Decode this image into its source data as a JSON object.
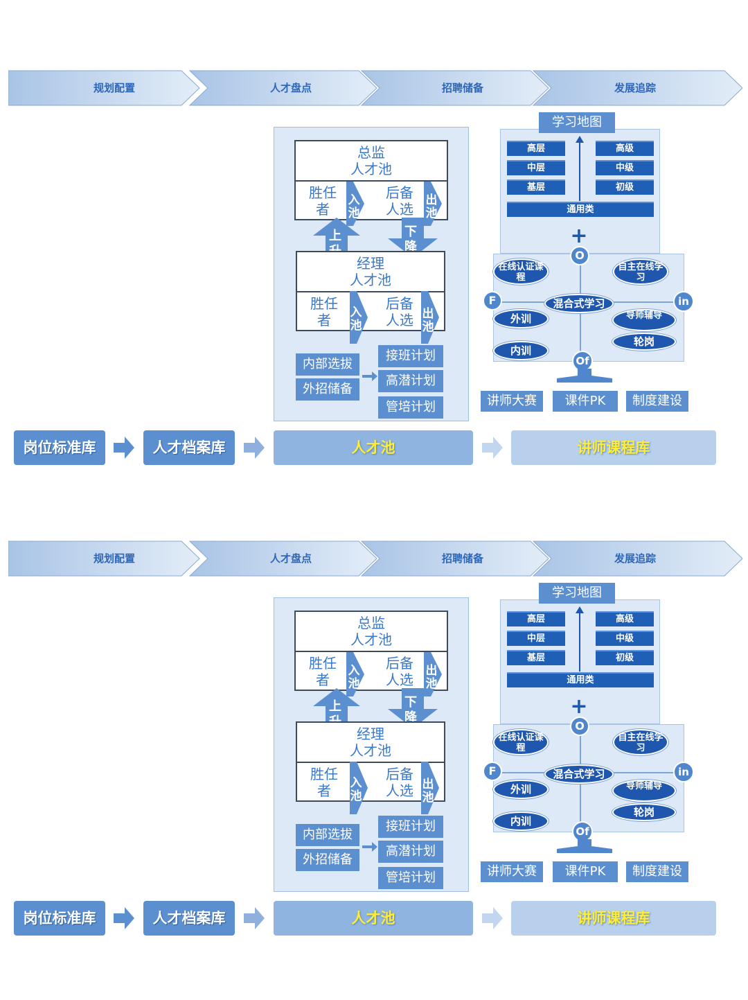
{
  "phases": [
    "规划配置",
    "人才盘点",
    "招聘储备",
    "发展追踪"
  ],
  "pool": {
    "director": {
      "title1": "总监",
      "title2": "人才池",
      "competent1": "胜任",
      "competent2": "者",
      "backup1": "后备",
      "backup2": "人选",
      "enter": "入池",
      "exit": "出池"
    },
    "manager": {
      "title1": "经理",
      "title2": "人才池",
      "competent1": "胜任",
      "competent2": "者",
      "backup1": "后备",
      "backup2": "人选",
      "enter": "入池",
      "exit": "出池"
    },
    "promote": "上升",
    "demote": "下降",
    "sources": [
      "内部选拔",
      "外招储备"
    ],
    "plans": [
      "接班计划",
      "高潜计划",
      "管培计划"
    ]
  },
  "learning": {
    "map_title": "学习地图",
    "left_levels": [
      "高层",
      "中层",
      "基层"
    ],
    "right_levels": [
      "高级",
      "中级",
      "初级"
    ],
    "general": "通用类",
    "plus": "+",
    "hybrid": "混合式学习",
    "online_cert": "在线认证课程",
    "self_online": "自主在线学习",
    "external": "外训",
    "internal": "内训",
    "mentor": "导师辅导",
    "rotation": "轮岗",
    "o_label": "O",
    "f_label": "F",
    "in_label": "in",
    "of_label": "Of",
    "activities": [
      "讲师大赛",
      "课件PK",
      "制度建设"
    ]
  },
  "flow": [
    "岗位标准库",
    "人才档案库",
    "人才池",
    "讲师课程库"
  ],
  "colors": {
    "band": "#c6d8ee",
    "accent": "#5b8fd0",
    "dark": "#1e57ad",
    "highlight": "#ffee33"
  }
}
